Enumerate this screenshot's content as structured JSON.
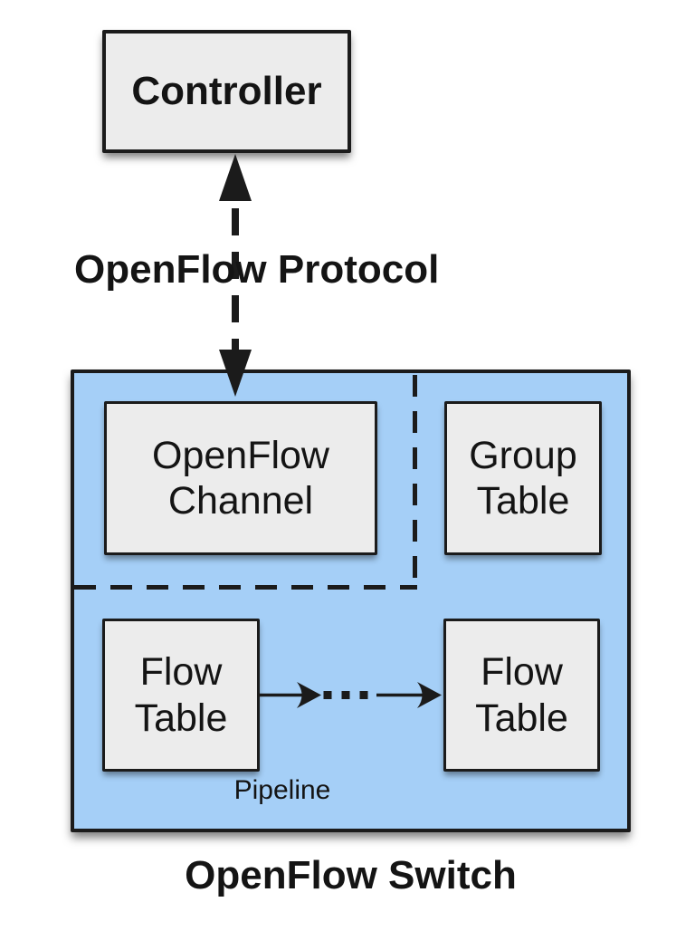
{
  "diagram": {
    "controller": {
      "label": "Controller"
    },
    "protocol": {
      "label": "OpenFlow Protocol"
    },
    "switch": {
      "title": "OpenFlow Switch",
      "channel": {
        "label": "OpenFlow\nChannel"
      },
      "group_table": {
        "label": "Group\nTable"
      },
      "flow_table_left": {
        "label": "Flow\nTable"
      },
      "flow_table_right": {
        "label": "Flow\nTable"
      },
      "pipeline": {
        "label": "Pipeline"
      }
    },
    "colors": {
      "switch_fill": "#a5cff7",
      "box_fill": "#ececec",
      "line": "#1b1b1b"
    }
  }
}
